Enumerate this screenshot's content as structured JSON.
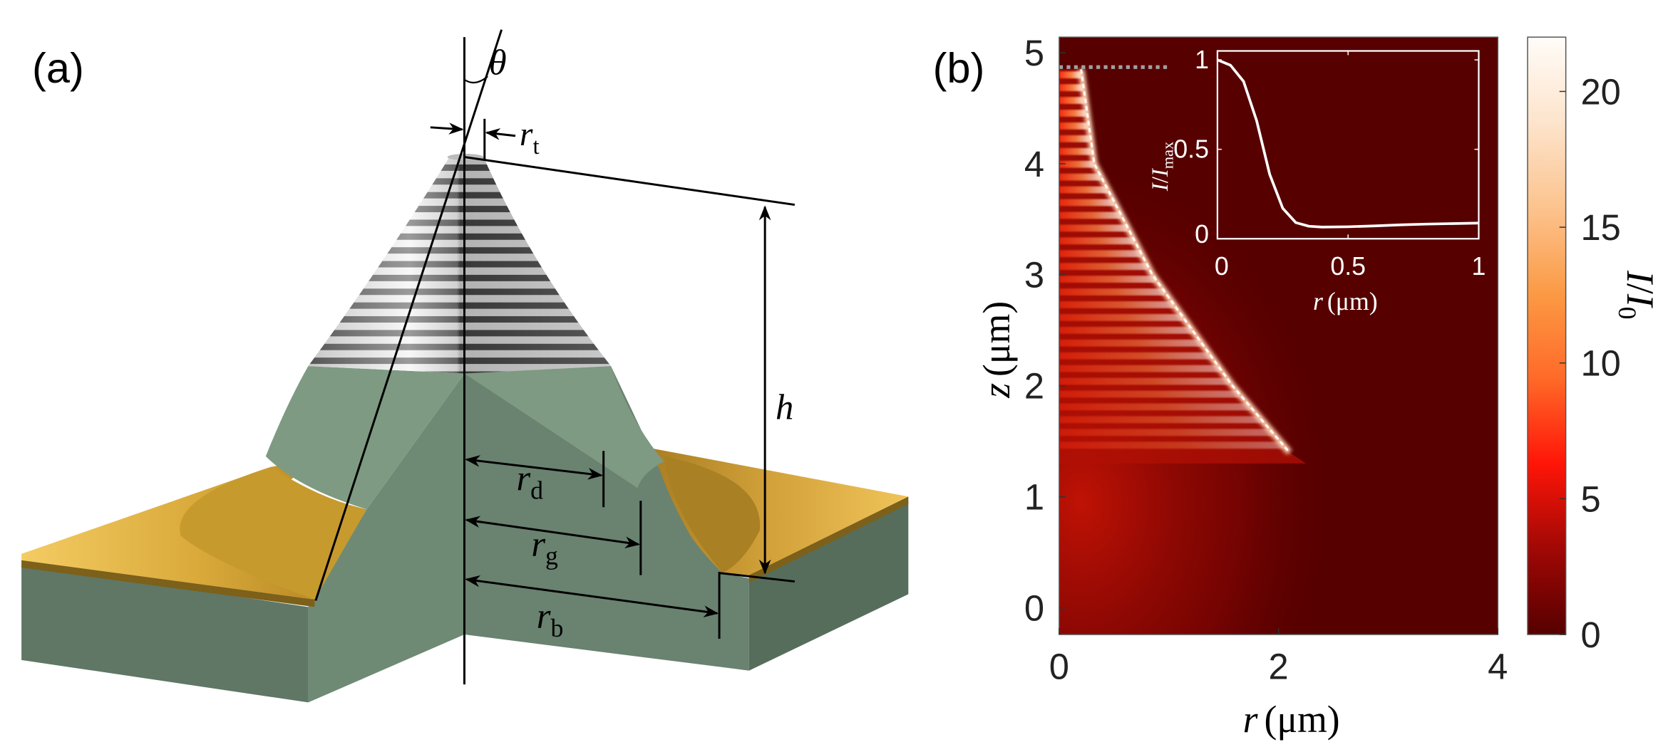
{
  "panel_a": {
    "label": "(a)",
    "theta": "θ",
    "r_t": {
      "var": "r",
      "sub": "t"
    },
    "h": "h",
    "r_d": {
      "var": "r",
      "sub": "d"
    },
    "r_g": {
      "var": "r",
      "sub": "g"
    },
    "r_b": {
      "var": "r",
      "sub": "b"
    },
    "colors": {
      "substrate": "#6a8270",
      "gold": "#e8b84a",
      "stripe_light": "#d8d8d8",
      "stripe_dark": "#4a4a4a"
    }
  },
  "panel_b": {
    "label": "(b)"
  },
  "chart_data": {
    "type": "heatmap",
    "title": "",
    "xlabel": {
      "var": "r",
      "unit": "(μm)"
    },
    "ylabel": {
      "var": "z",
      "unit": "(μm)"
    },
    "xlim": [
      0,
      4
    ],
    "ylim": [
      -0.24,
      5.14
    ],
    "xticks": [
      "0",
      "2",
      "4"
    ],
    "xtick_values": [
      0,
      2,
      4
    ],
    "yticks": [
      "0",
      "1",
      "2",
      "3",
      "4",
      "5"
    ],
    "ytick_values": [
      0,
      1,
      2,
      3,
      4,
      5
    ],
    "grid": false,
    "colorbar": {
      "label": {
        "var": "I",
        "sep": "/",
        "var2": "I",
        "sub": "0"
      },
      "range": [
        0,
        22
      ],
      "ticks": [
        "0",
        "5",
        "10",
        "15",
        "20"
      ],
      "tick_values": [
        0,
        5,
        10,
        15,
        20
      ],
      "colormap": [
        "#560000",
        "#a00805",
        "#ff1508",
        "#ff6a28",
        "#fb9a45",
        "#fcc38e",
        "#fde4cc",
        "#fffcf8"
      ]
    },
    "reference_line": {
      "z": 4.87,
      "r_range": [
        0,
        1.0
      ],
      "color": "#a0a0a0"
    },
    "bright_edge": {
      "r": [
        0.2,
        0.32,
        0.85,
        1.58,
        2.1
      ],
      "z": [
        4.85,
        4.0,
        3.0,
        2.0,
        1.4
      ]
    },
    "fringes": {
      "z_min": 1.38,
      "z_max": 4.8,
      "spacing": 0.115
    },
    "inset": {
      "type": "line",
      "xlabel": {
        "var": "r",
        "unit": "(μm)"
      },
      "ylabel": {
        "var": "I",
        "sep": "/",
        "var2": "I",
        "sub": "max"
      },
      "xlim": [
        0,
        1
      ],
      "ylim": [
        0,
        1.05
      ],
      "xticks": [
        "0",
        "0.5",
        "1"
      ],
      "xtick_values": [
        0,
        0.5,
        1
      ],
      "yticks": [
        "0",
        "0.5",
        "1"
      ],
      "ytick_values": [
        0,
        0.5,
        1
      ],
      "x": [
        0,
        0.05,
        0.1,
        0.15,
        0.2,
        0.25,
        0.3,
        0.35,
        0.4,
        0.5,
        0.6,
        0.7,
        0.8,
        0.9,
        1.0
      ],
      "y": [
        1,
        0.97,
        0.88,
        0.66,
        0.36,
        0.17,
        0.09,
        0.07,
        0.065,
        0.067,
        0.072,
        0.078,
        0.082,
        0.085,
        0.088
      ],
      "color": "#ffffff"
    }
  }
}
